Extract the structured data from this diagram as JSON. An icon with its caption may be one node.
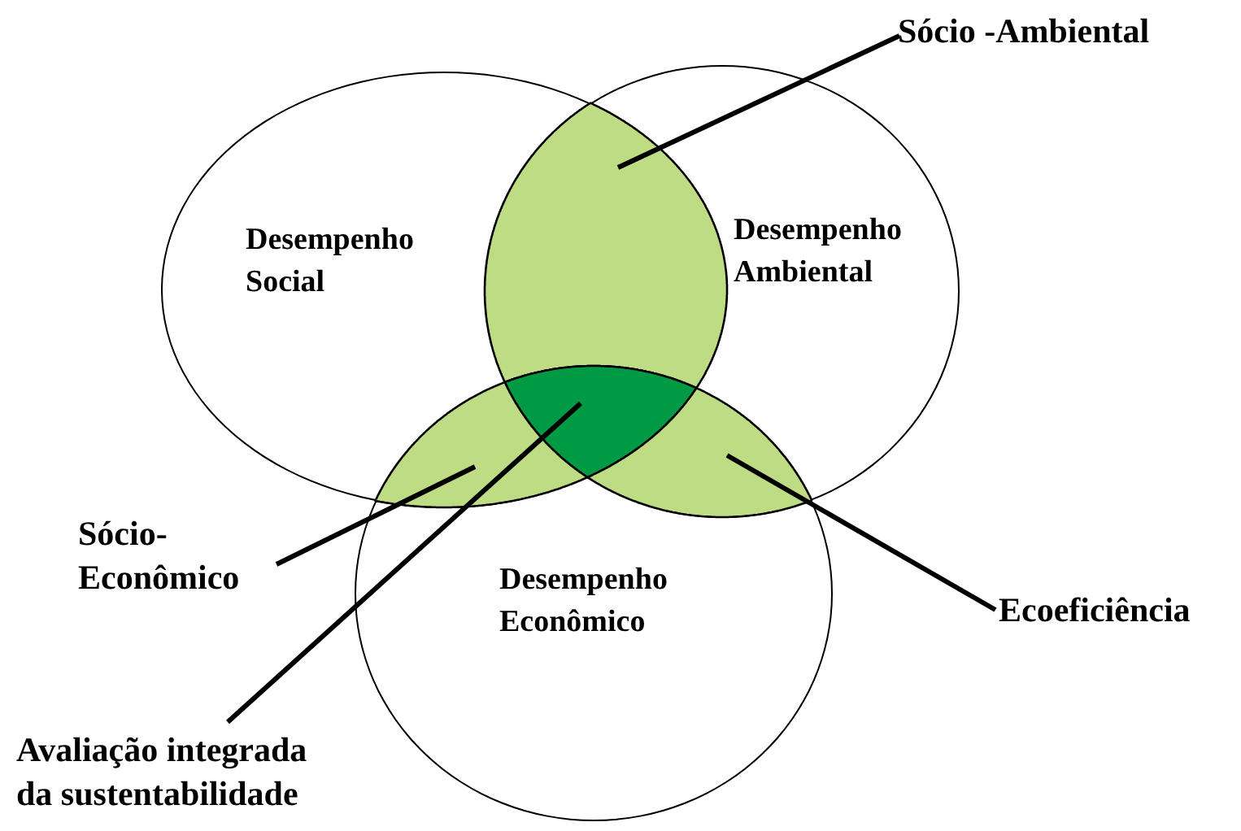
{
  "diagram": {
    "nodes": [
      {
        "text": [
          "Sócio -Ambiental"
        ]
      },
      {
        "text": [
          "Desempenho Social"
        ]
      },
      {
        "text": [
          "Desempenho Ambiental"
        ]
      },
      {
        "text": [],
        "shape": "lens"
      },
      {
        "text": [],
        "shape": "lens"
      },
      {
        "text": [],
        "shape": "lens"
      },
      {
        "text": [],
        "shape": "lens"
      },
      {
        "text": [
          "Sócio- Econômico"
        ]
      },
      {
        "text": [
          "Desempenho Econômico"
        ]
      },
      {
        "text": [
          "Ecoeficiência"
        ]
      },
      {
        "text": [
          "Avaliação integrada da sustentabilidade"
        ]
      }
    ],
    "edges": [
      {
        "from": 0,
        "to": 3,
        "arrow": "none"
      },
      {
        "from": 7,
        "to": 5,
        "arrow": "none"
      },
      {
        "from": 10,
        "to": 4,
        "arrow": "none"
      },
      {
        "from": 9,
        "to": 6,
        "arrow": "none"
      }
    ]
  }
}
